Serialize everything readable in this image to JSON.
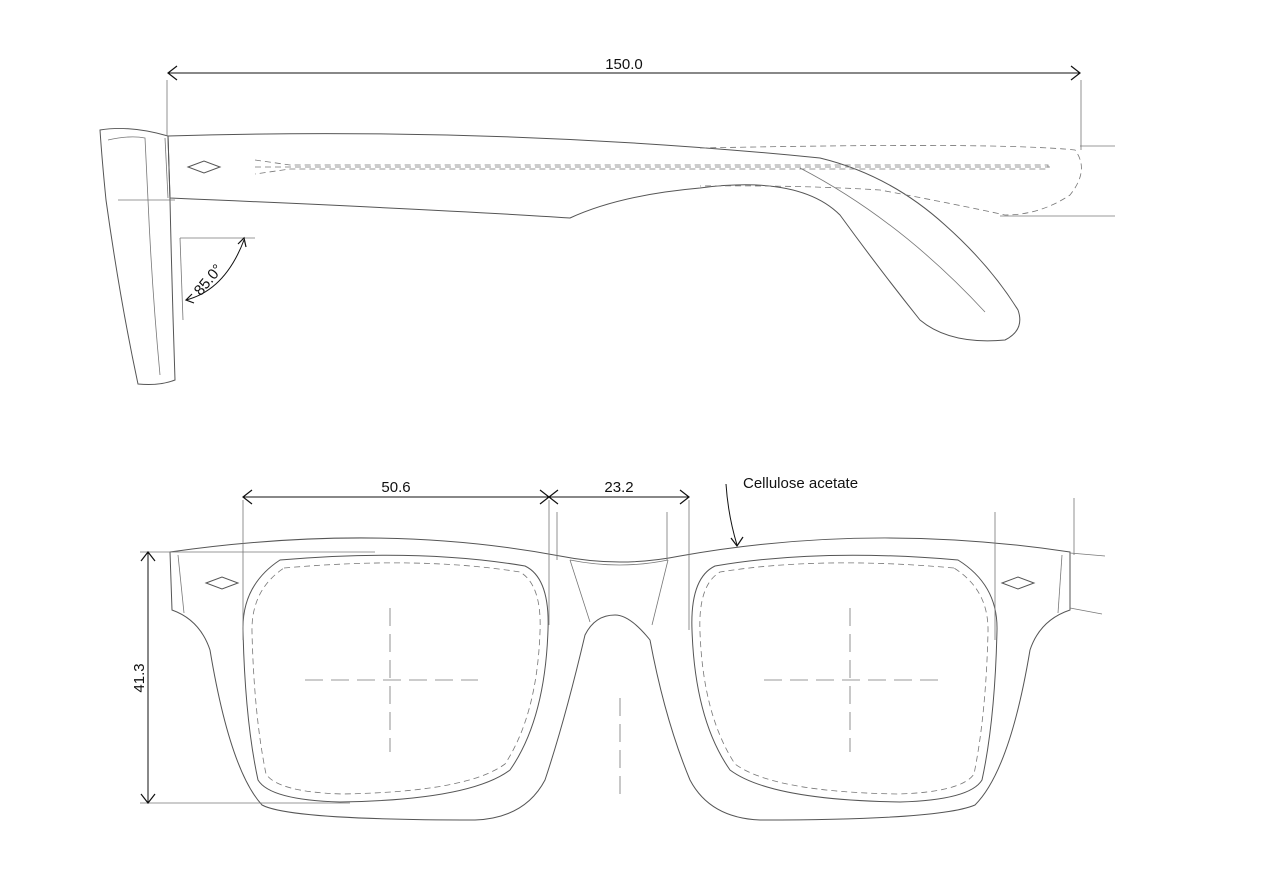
{
  "dimensions": {
    "temple_length": "150.0",
    "temple_angle": "85.0°",
    "lens_width": "50.6",
    "bridge_width": "23.2",
    "lens_height": "41.3"
  },
  "annotations": {
    "material": "Cellulose acetate"
  }
}
